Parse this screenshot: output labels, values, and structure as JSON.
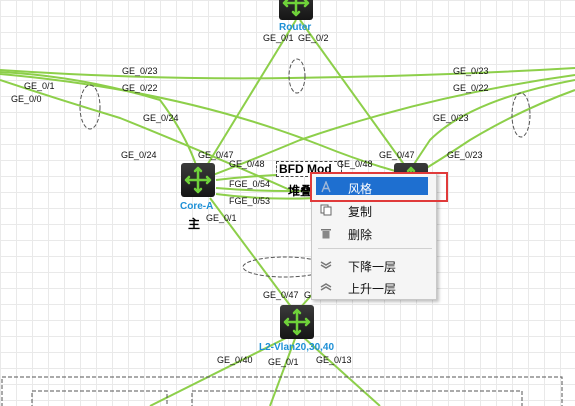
{
  "devices": {
    "router": {
      "name": "Router"
    },
    "core_a": {
      "name": "Core-A",
      "role": "主"
    },
    "l2": {
      "name": "L2-Vlan20,30,40"
    }
  },
  "bfd_label": "BFD Mod",
  "stack_label": "堆叠",
  "ports": {
    "r_ge01": "GE_0/1",
    "r_ge02": "GE_0/2",
    "l_ge023": "GE_0/23",
    "l_ge022": "GE_0/22",
    "l_ge01": "GE_0/1",
    "l_ge00": "GE_0/0",
    "l_ge024a": "GE_0/24",
    "r_ge023a": "GE_0/23",
    "r_ge022": "GE_0/22",
    "r_ge023b": "GE_0/23",
    "ca_ge024": "GE_0/24",
    "ca_ge047": "GE_0/47",
    "ca_ge048": "GE_0/48",
    "ca_fge054": "FGE_0/54",
    "ca_fge053": "FGE_0/53",
    "ca_ge01": "GE_0/1",
    "cb_ge048": "GE_0/48",
    "cb_ge047": "GE_0/47",
    "cb_ge023": "GE_0/23",
    "l2_ge047": "GE_0/47",
    "l2_ge0": "GE",
    "l2_ge040": "GE_0/40",
    "l2_ge01": "GE_0/1",
    "l2_ge013": "GE_0/13"
  },
  "context_menu": {
    "items": [
      {
        "label": "风格",
        "icon": "style-icon"
      },
      {
        "label": "复制",
        "icon": "copy-icon"
      },
      {
        "label": "删除",
        "icon": "trash-icon"
      },
      {
        "label": "下降一层",
        "icon": "layer-down-icon"
      },
      {
        "label": "上升一层",
        "icon": "layer-up-icon"
      }
    ]
  },
  "colors": {
    "link": "#8dcf4a",
    "accent": "#1e6fd0",
    "device_label": "#1e90d6",
    "highlight_box": "#e03a3a"
  }
}
